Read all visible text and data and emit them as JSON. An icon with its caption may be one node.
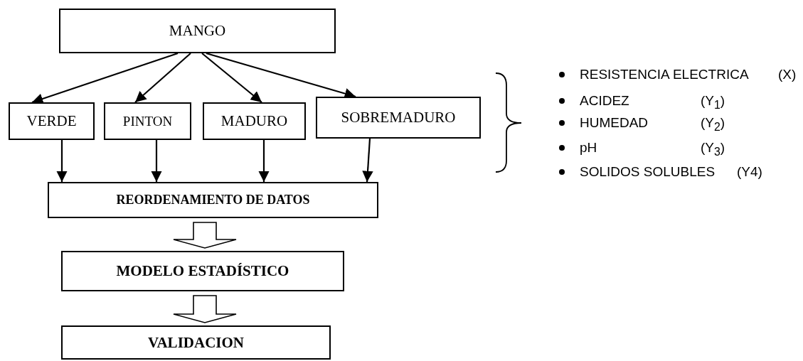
{
  "diagram": {
    "nodes": [
      {
        "text": [
          "MANGO"
        ]
      },
      {
        "text": [
          "VERDE"
        ]
      },
      {
        "text": [
          "PINTON"
        ]
      },
      {
        "text": [
          "MADURO"
        ]
      },
      {
        "text": [
          "SOBREMADURO"
        ]
      },
      {
        "text": [
          "REORDENAMIENTO DE DATOS"
        ]
      },
      {
        "text": [
          "MODELO ESTADÍSTICO"
        ]
      },
      {
        "text": [
          "VALIDACION"
        ]
      }
    ],
    "edges": [
      {
        "from": 0,
        "to": 1,
        "arrow": "to"
      },
      {
        "from": 0,
        "to": 2,
        "arrow": "to"
      },
      {
        "from": 0,
        "to": 3,
        "arrow": "to"
      },
      {
        "from": 0,
        "to": 4,
        "arrow": "to"
      },
      {
        "from": 1,
        "to": 5,
        "arrow": "to"
      },
      {
        "from": 2,
        "to": 5,
        "arrow": "to"
      },
      {
        "from": 3,
        "to": 5,
        "arrow": "to"
      },
      {
        "from": 4,
        "to": 5,
        "arrow": "to"
      },
      {
        "from": 5,
        "to": 6,
        "arrow": "to"
      },
      {
        "from": 6,
        "to": 7,
        "arrow": "to"
      }
    ],
    "labels": [
      "RESISTENCIA ELECTRICA",
      "(X)",
      "ACIDEZ",
      "(Y$_{1}$)",
      "HUMEDAD",
      "(Y$_{2}$)",
      "pH",
      "(Y$_{3}$)",
      "SOLIDOS SOLUBLES",
      "(Y4)"
    ]
  }
}
